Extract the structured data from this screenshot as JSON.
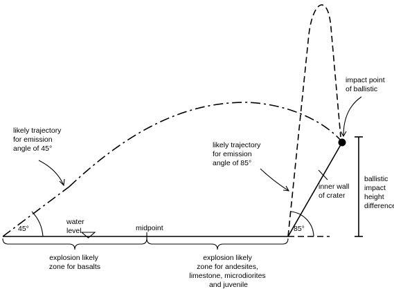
{
  "labels": {
    "traj45": [
      "likely trajectory",
      "for emission",
      "angle of 45°"
    ],
    "traj85": [
      "likely trajectory",
      "for emission",
      "angle of 85°"
    ],
    "impact": [
      "impact point",
      "of ballistic"
    ],
    "inner_wall": [
      "inner wall",
      "of crater"
    ],
    "height_diff": [
      "ballistic",
      "impact",
      "height",
      "difference"
    ],
    "water_level": [
      "water",
      "level"
    ],
    "midpoint": "midpoint",
    "angle45": "45°",
    "angle85": "85°",
    "zone_basalts": [
      "explosion likely",
      "zone for basalts"
    ],
    "zone_andesites": [
      "explosion likely",
      "zone for andesites,",
      "limestone, microdiorites",
      "and juvenile"
    ]
  }
}
